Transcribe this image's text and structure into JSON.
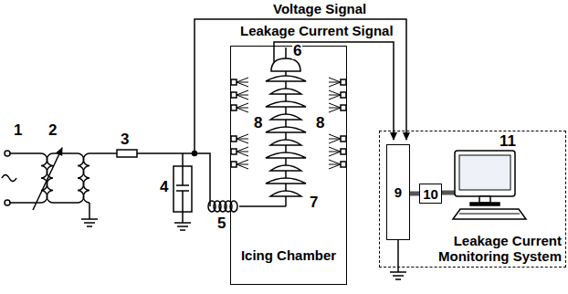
{
  "diagram": {
    "nodes": [
      {
        "text": [
          "Leakage Current Monitoring System"
        ]
      },
      {
        "text": [
          "9"
        ],
        "in": 0
      },
      {
        "text": [
          "10"
        ],
        "in": 0
      },
      {
        "text": [
          "Icing Chamber"
        ]
      }
    ],
    "edges": [
      {
        "from": 1,
        "to": 2,
        "arrow": "none"
      }
    ],
    "labels": [
      "Voltage Signal",
      "Leakage Current Signal",
      "1",
      "2",
      "3",
      "4",
      "5",
      "6",
      "7",
      "8",
      "8",
      "11"
    ]
  }
}
